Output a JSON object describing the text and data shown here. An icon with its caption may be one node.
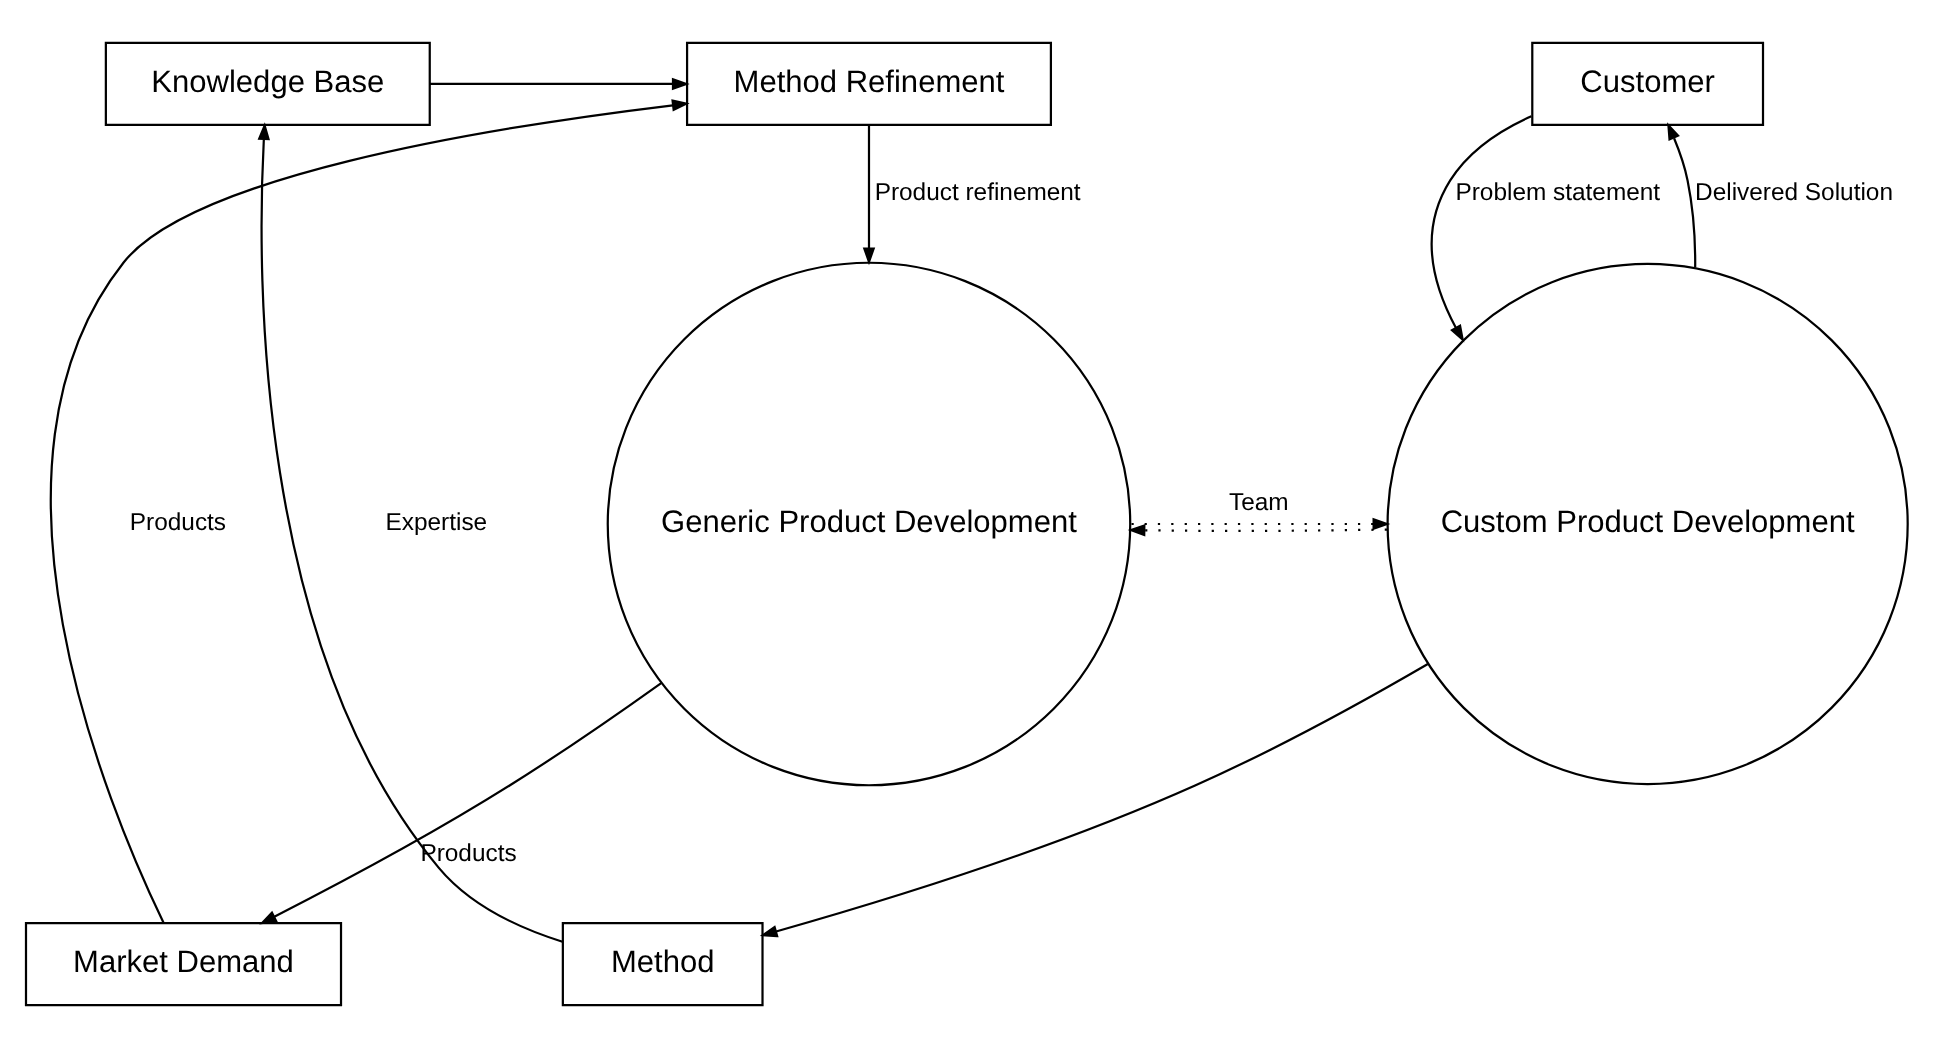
{
  "diagram": {
    "nodes": [
      {
        "text": [
          "Method Refinement"
        ]
      },
      {
        "text": [
          "Knowledge Base"
        ]
      },
      {
        "text": [
          "Customer"
        ]
      },
      {
        "text": [
          "Method"
        ]
      },
      {
        "text": [
          "Market Demand"
        ]
      },
      {
        "text": [
          "Generic Product Development"
        ]
      },
      {
        "text": [
          "Custom Product Development"
        ]
      }
    ],
    "edges": [
      {
        "from": 1,
        "to": 0,
        "arrow": "to"
      },
      {
        "from": 3,
        "to": 1,
        "arrow": "to",
        "label": "Expertise"
      },
      {
        "from": 0,
        "to": 5,
        "arrow": "to",
        "label": "Product refinement"
      },
      {
        "from": 4,
        "to": 0,
        "arrow": "to",
        "label": "Products"
      },
      {
        "from": 5,
        "to": 4,
        "arrow": "to",
        "label": "Products"
      },
      {
        "from": 6,
        "to": 3,
        "arrow": "to"
      },
      {
        "from": 2,
        "to": 6,
        "arrow": "to",
        "label": "Problem statement"
      },
      {
        "from": 6,
        "to": 2,
        "arrow": "to",
        "label": "Delivered Solution"
      },
      {
        "from": 6,
        "to": 5,
        "arrow": "to",
        "style": "dashed"
      },
      {
        "from": 5,
        "to": 6,
        "arrow": "to",
        "style": "dashed",
        "label": "Team"
      }
    ]
  }
}
